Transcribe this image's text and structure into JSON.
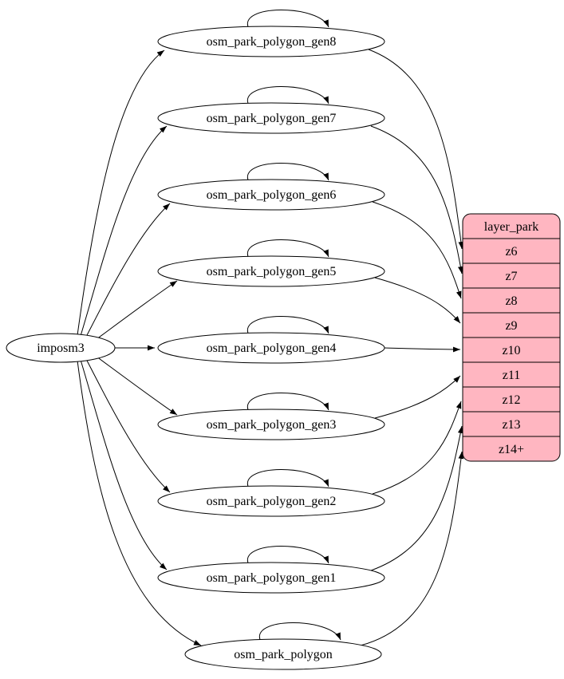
{
  "diagram": {
    "source_node": {
      "label": "imposm3"
    },
    "table_nodes": [
      {
        "label": "osm_park_polygon_gen8"
      },
      {
        "label": "osm_park_polygon_gen7"
      },
      {
        "label": "osm_park_polygon_gen6"
      },
      {
        "label": "osm_park_polygon_gen5"
      },
      {
        "label": "osm_park_polygon_gen4"
      },
      {
        "label": "osm_park_polygon_gen3"
      },
      {
        "label": "osm_park_polygon_gen2"
      },
      {
        "label": "osm_park_polygon_gen1"
      },
      {
        "label": "osm_park_polygon"
      }
    ],
    "layer_node": {
      "title": "layer_park",
      "rows": [
        {
          "label": "z6"
        },
        {
          "label": "z7"
        },
        {
          "label": "z8"
        },
        {
          "label": "z9"
        },
        {
          "label": "z10"
        },
        {
          "label": "z11"
        },
        {
          "label": "z12"
        },
        {
          "label": "z13"
        },
        {
          "label": "z14+"
        }
      ]
    },
    "edges": {
      "from_source_to": [
        "osm_park_polygon_gen8",
        "osm_park_polygon_gen7",
        "osm_park_polygon_gen6",
        "osm_park_polygon_gen5",
        "osm_park_polygon_gen4",
        "osm_park_polygon_gen3",
        "osm_park_polygon_gen2",
        "osm_park_polygon_gen1",
        "osm_park_polygon"
      ],
      "self_loops_on": [
        "osm_park_polygon_gen8",
        "osm_park_polygon_gen7",
        "osm_park_polygon_gen6",
        "osm_park_polygon_gen5",
        "osm_park_polygon_gen4",
        "osm_park_polygon_gen3",
        "osm_park_polygon_gen2",
        "osm_park_polygon_gen1",
        "osm_park_polygon"
      ],
      "table_to_layer_row": [
        {
          "from": "osm_park_polygon_gen8",
          "to": "z6"
        },
        {
          "from": "osm_park_polygon_gen7",
          "to": "z7"
        },
        {
          "from": "osm_park_polygon_gen6",
          "to": "z8"
        },
        {
          "from": "osm_park_polygon_gen5",
          "to": "z9"
        },
        {
          "from": "osm_park_polygon_gen4",
          "to": "z10"
        },
        {
          "from": "osm_park_polygon_gen3",
          "to": "z11"
        },
        {
          "from": "osm_park_polygon_gen2",
          "to": "z12"
        },
        {
          "from": "osm_park_polygon_gen1",
          "to": "z13"
        },
        {
          "from": "osm_park_polygon",
          "to": "z14+"
        }
      ]
    },
    "colors": {
      "layer_fill": "#ffb6c1",
      "node_fill": "#ffffff",
      "stroke": "#000000",
      "background": "#ffffff"
    }
  }
}
